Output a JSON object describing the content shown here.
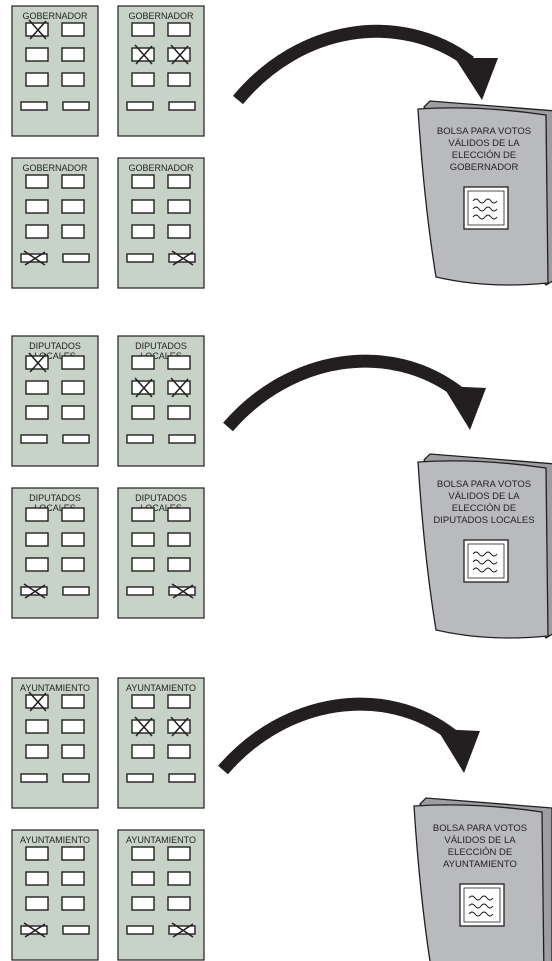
{
  "colors": {
    "ballot_fill": "#c7d3c7",
    "bag_fill": "#b9babd",
    "bag_back": "#9d9ea1",
    "stroke": "#231f20",
    "arrow": "#231f20"
  },
  "icons": {
    "vote_mark": "x-mark-icon",
    "arrow": "curved-arrow-icon",
    "document": "scribbled-document-icon"
  },
  "groups": [
    {
      "id": "gobernador",
      "ballots": [
        {
          "title": [
            "GOBERNADOR"
          ],
          "marked": "r0c0"
        },
        {
          "title": [
            "GOBERNADOR"
          ],
          "marked": "r1c0,r1c1"
        },
        {
          "title": [
            "GOBERNADOR"
          ],
          "marked": "r3c0"
        },
        {
          "title": [
            "GOBERNADOR"
          ],
          "marked": "r3c1"
        }
      ],
      "bag_label": [
        "BOLSA PARA VOTOS",
        "VÁLIDOS DE LA",
        "ELECCIÓN DE",
        "GOBERNADOR"
      ]
    },
    {
      "id": "diputados",
      "ballots": [
        {
          "title": [
            "DIPUTADOS",
            "LOCALES"
          ],
          "marked": "r0c0"
        },
        {
          "title": [
            "DIPUTADOS",
            "LOCALES"
          ],
          "marked": "r1c0,r1c1"
        },
        {
          "title": [
            "DIPUTADOS",
            "LOCALES"
          ],
          "marked": "r3c0"
        },
        {
          "title": [
            "DIPUTADOS",
            "LOCALES"
          ],
          "marked": "r3c1"
        }
      ],
      "bag_label": [
        "BOLSA PARA VOTOS",
        "VÁLIDOS DE LA",
        "ELECCIÓN DE",
        "DIPUTADOS LOCALES"
      ]
    },
    {
      "id": "ayuntamiento",
      "ballots": [
        {
          "title": [
            "AYUNTAMIENTO"
          ],
          "marked": "r0c0"
        },
        {
          "title": [
            "AYUNTAMIENTO"
          ],
          "marked": "r1c0,r1c1"
        },
        {
          "title": [
            "AYUNTAMIENTO"
          ],
          "marked": "r3c0"
        },
        {
          "title": [
            "AYUNTAMIENTO"
          ],
          "marked": "r3c1"
        }
      ],
      "bag_label": [
        "BOLSA PARA VOTOS",
        "VÁLIDOS DE LA",
        "ELECCIÓN DE",
        "AYUNTAMIENTO"
      ]
    }
  ]
}
